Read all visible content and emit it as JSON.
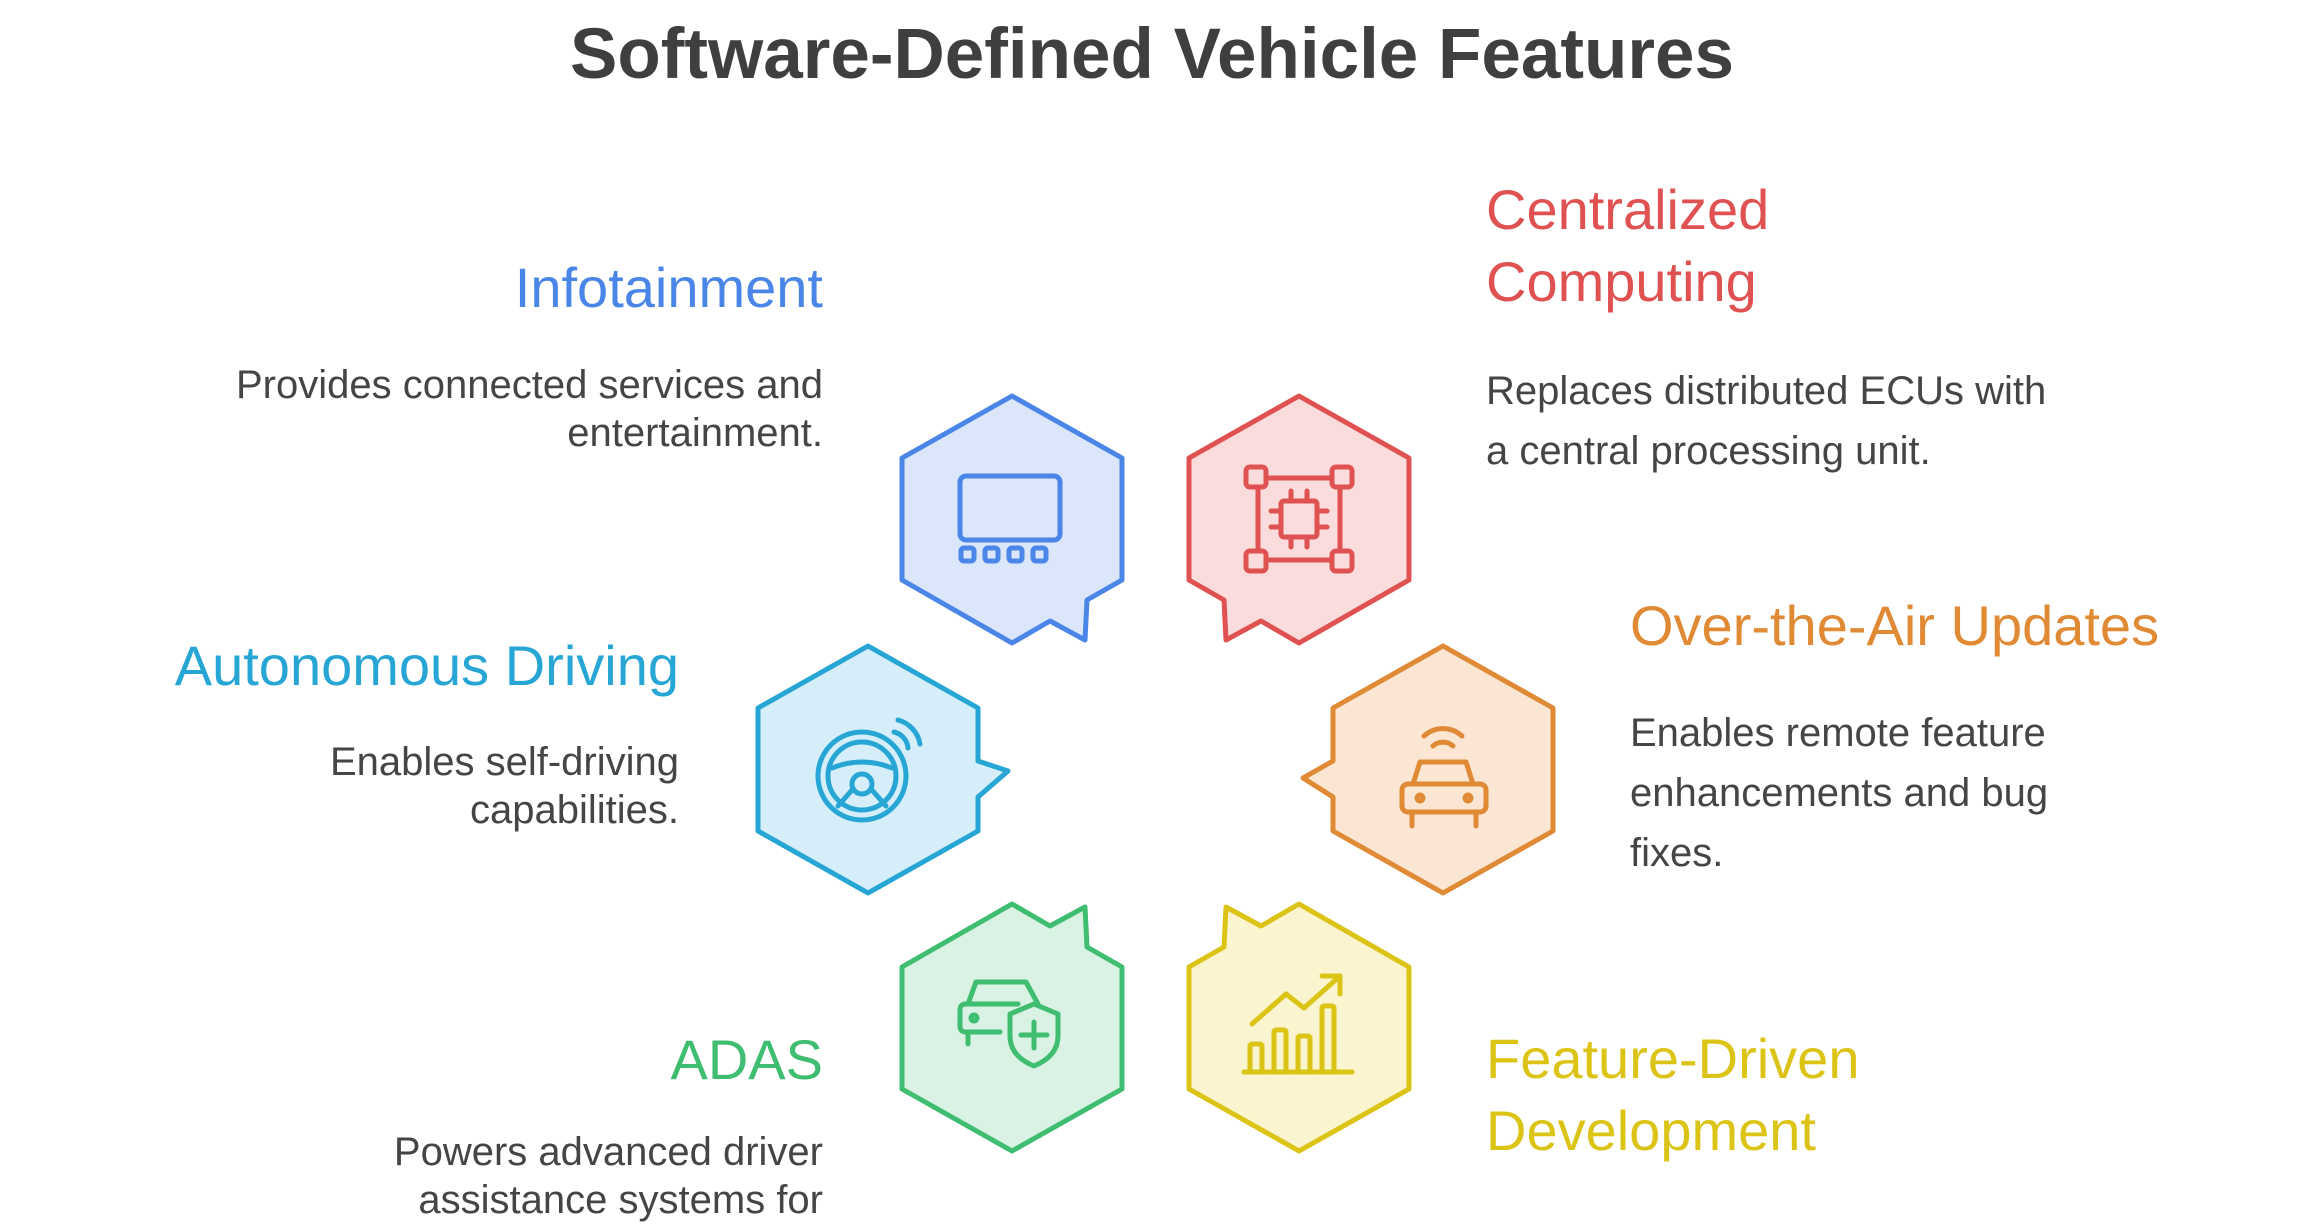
{
  "title": "Software-Defined Vehicle Features",
  "features": [
    {
      "id": "infotainment",
      "title": "Infotainment",
      "description": "Provides connected services and entertainment.",
      "icon": "screen-icon",
      "color": "#4a86e8",
      "fill": "#dce6fa"
    },
    {
      "id": "centralized-computing",
      "title": "Centralized Computing",
      "description": "Replaces distributed ECUs with a central processing unit.",
      "icon": "cpu-chip-icon",
      "color": "#e05252",
      "fill": "#fbdcdc"
    },
    {
      "id": "ota-updates",
      "title": "Over-the-Air Updates",
      "description": "Enables remote feature enhancements and bug fixes.",
      "icon": "connected-car-icon",
      "color": "#e08a35",
      "fill": "#fbe6d4"
    },
    {
      "id": "feature-driven-development",
      "title": "Feature-Driven Development",
      "description": "",
      "icon": "growth-chart-icon",
      "color": "#dcc417",
      "fill": "#faf4cf"
    },
    {
      "id": "adas",
      "title": "ADAS",
      "description": "Powers advanced driver assistance systems for",
      "icon": "car-shield-icon",
      "color": "#3fbd71",
      "fill": "#d9f2e3"
    },
    {
      "id": "autonomous-driving",
      "title": "Autonomous Driving",
      "description": "Enables self-driving capabilities.",
      "icon": "steering-wheel-icon",
      "color": "#27a6d6",
      "fill": "#d5eef9"
    }
  ]
}
